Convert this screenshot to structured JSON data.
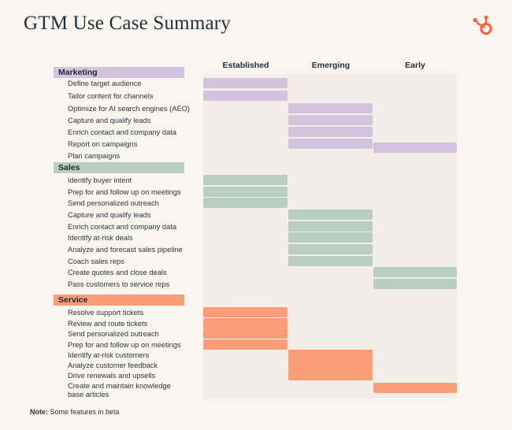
{
  "header": {
    "title": "GTM Use Case Summary",
    "logo_icon": "hubspot-sprocket-icon",
    "logo_color": "#ff5c35"
  },
  "footnote": {
    "label": "Note:",
    "text": " Some features in beta"
  },
  "colors": {
    "page_background": "#faf5ef",
    "plot_background": "#f2ede6",
    "marketing": "#d4c3de",
    "sales": "#b8cfc0",
    "service": "#fb9d79",
    "text": "#2c3540"
  },
  "chart_data": {
    "type": "heatmap",
    "title": "GTM Use Case Summary",
    "xlabel": "",
    "ylabel": "",
    "grid": false,
    "legend": "none",
    "categories": [
      "Established",
      "Emerging",
      "Early"
    ],
    "annotation": "Note: Some features in beta",
    "series": [
      {
        "name": "Marketing",
        "color": "#d4c3de",
        "rows": [
          {
            "label": "Define target audience",
            "maturity": "Established"
          },
          {
            "label": "Tailor content for channels",
            "maturity": "Established"
          },
          {
            "label": "Optimize for AI search engines (AEO)",
            "maturity": "Emerging"
          },
          {
            "label": "Capture and qualify leads",
            "maturity": "Emerging"
          },
          {
            "label": "Enrich contact and company data",
            "maturity": "Emerging"
          },
          {
            "label": "Report on campaigns",
            "maturity": "Emerging"
          },
          {
            "label": "Plan campaigns",
            "maturity": "Early"
          }
        ]
      },
      {
        "name": "Sales",
        "color": "#b8cfc0",
        "rows": [
          {
            "label": "Identify buyer intent",
            "maturity": "Established"
          },
          {
            "label": "Prep for and follow up on meetings",
            "maturity": "Established"
          },
          {
            "label": "Send personalized outreach",
            "maturity": "Established"
          },
          {
            "label": "Capture and qualify leads",
            "maturity": "Emerging"
          },
          {
            "label": "Enrich contact and company data",
            "maturity": "Emerging"
          },
          {
            "label": "Identify at-risk deals",
            "maturity": "Emerging"
          },
          {
            "label": "Analyze and forecast sales pipeline",
            "maturity": "Emerging"
          },
          {
            "label": "Coach sales reps",
            "maturity": "Emerging"
          },
          {
            "label": "Create quotes and close deals",
            "maturity": "Early"
          },
          {
            "label": "Pass customers to service reps",
            "maturity": "Early"
          }
        ]
      },
      {
        "name": "Service",
        "color": "#fb9d79",
        "rows": [
          {
            "label": "Resolve support tickets",
            "maturity": "Established"
          },
          {
            "label": "Review and route tickets",
            "maturity": "Established"
          },
          {
            "label": "Send personalized outreach",
            "maturity": "Established"
          },
          {
            "label": "Prep for and follow up on meetings",
            "maturity": "Established"
          },
          {
            "label": "Identify at-risk customers",
            "maturity": "Emerging"
          },
          {
            "label": "Analyze customer feedback",
            "maturity": "Emerging"
          },
          {
            "label": "Drive renewals and upsells",
            "maturity": "Emerging"
          },
          {
            "label": "Create and maintain knowledge base articles",
            "maturity": "Early"
          }
        ]
      }
    ]
  }
}
